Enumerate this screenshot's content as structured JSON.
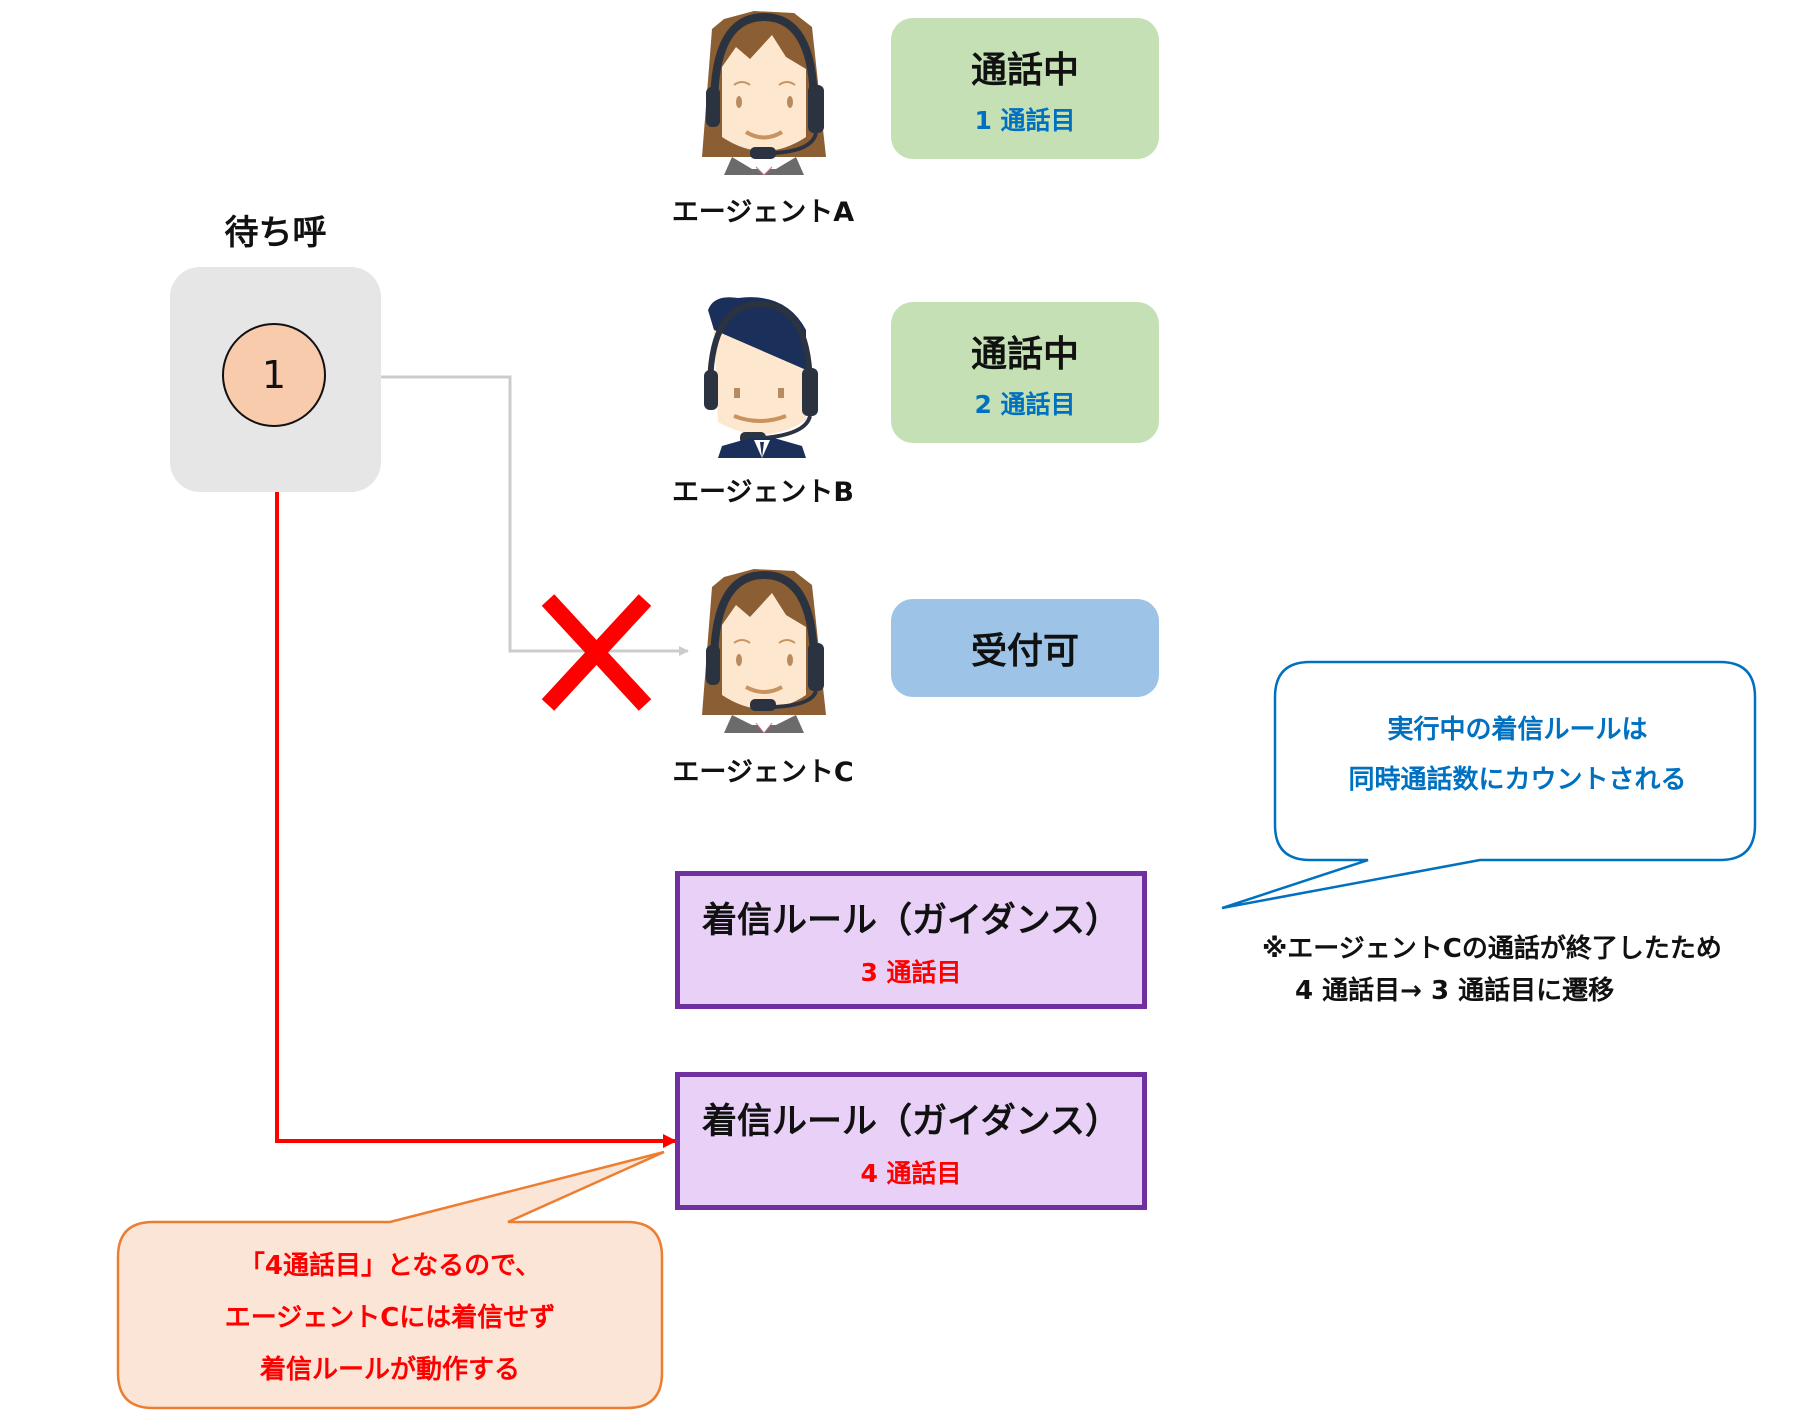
{
  "queue": {
    "title": "待ち呼",
    "waiting_call": "1"
  },
  "agents": [
    {
      "label": "エージェントA",
      "icon": "female-operator-headset",
      "status": "通話中",
      "call_count": "1 通話目",
      "status_color": "#c5e0b4"
    },
    {
      "label": "エージェントB",
      "icon": "male-operator-headset",
      "status": "通話中",
      "call_count": "2 通話目",
      "status_color": "#c5e0b4"
    },
    {
      "label": "エージェントC",
      "icon": "female-operator-headset",
      "status": "受付可",
      "call_count": "",
      "status_color": "#9dc3e6"
    }
  ],
  "rules": [
    {
      "title": "着信ルール（ガイダンス）",
      "call_count": "3 通話目"
    },
    {
      "title": "着信ルール（ガイダンス）",
      "call_count": "4 通話目"
    }
  ],
  "callouts": {
    "blue": {
      "lines": [
        "実行中の着信ルールは",
        "同時通話数にカウントされる"
      ]
    },
    "orange": {
      "lines": [
        "「4通話目」となるので、",
        "エージェントCには着信せず",
        "着信ルールが動作する"
      ]
    }
  },
  "note": {
    "line1": "※エージェントCの通話が終了したため",
    "line2": "4 通話目→ 3 通話目に遷移"
  },
  "connectors": {
    "blocked_route": {
      "to": "エージェントC",
      "color": "#cccccc",
      "blocked_icon": "red-x"
    },
    "active_route": {
      "to": "着信ルール（ガイダンス） 4 通話目",
      "color": "#ff0000"
    }
  },
  "colors": {
    "busy": "#c5e0b4",
    "ready": "#9dc3e6",
    "rule_fill": "#e8d0f6",
    "rule_border": "#7030a0",
    "accent_blue": "#0070c0",
    "alert_red": "#ff0000",
    "callout_orange_border": "#ed7d31",
    "callout_orange_fill": "#fbe5d6"
  }
}
